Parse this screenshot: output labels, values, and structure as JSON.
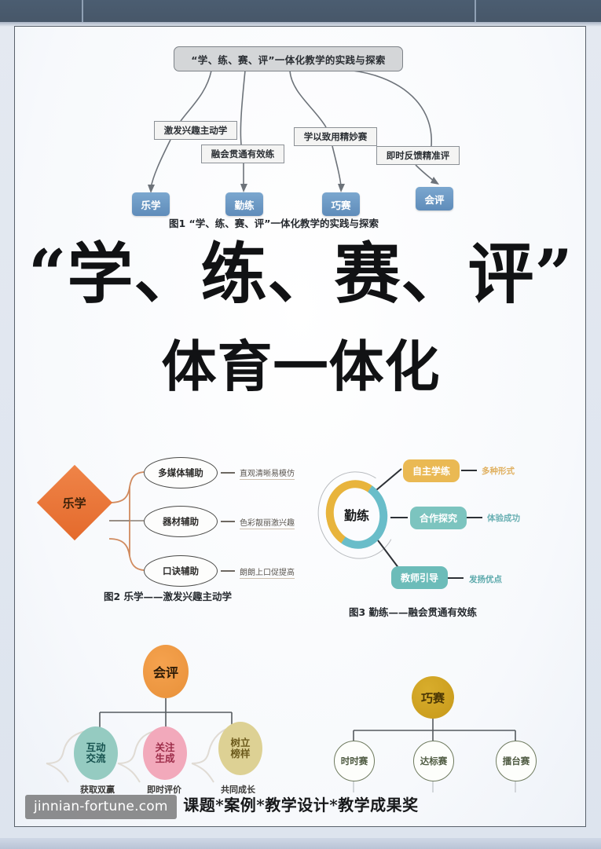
{
  "document": {
    "headline_line1": "“学、练、赛、评”",
    "headline_line2": "体育一体化",
    "footer": "课题*案例*教学设计*教学成果奖",
    "watermark": "jinnian-fortune.com"
  },
  "figure1": {
    "caption": "图1  “学、练、赛、评”一体化教学的实践与探索",
    "title": "“学、练、赛、评”一体化教学的实践与探索",
    "branches": [
      {
        "label": "激发兴趣主动学",
        "leaf": "乐学"
      },
      {
        "label": "融会贯通有效练",
        "leaf": "勤练"
      },
      {
        "label": "学以致用精妙赛",
        "leaf": "巧赛"
      },
      {
        "label": "即时反馈精准评",
        "leaf": "会评"
      }
    ]
  },
  "figure2": {
    "caption": "图2   乐学——激发兴趣主动学",
    "core": "乐学",
    "items": [
      {
        "node": "多媒体辅助",
        "note": "直观清晰易模仿"
      },
      {
        "node": "器材辅助",
        "note": "色彩靓丽激兴趣"
      },
      {
        "node": "口诀辅助",
        "note": "朗朗上口促提高"
      }
    ]
  },
  "figure3": {
    "caption": "图3   勤练——融会贯通有效练",
    "core": "勤练",
    "items": [
      {
        "node": "自主学练",
        "note": "多种形式"
      },
      {
        "node": "合作探究",
        "note": "体验成功"
      },
      {
        "node": "教师引导",
        "note": "发扬优点"
      }
    ]
  },
  "figure4": {
    "core": "会评",
    "items": [
      {
        "node": "互动\n交流",
        "sub": "获取双赢"
      },
      {
        "node": "关注\n生成",
        "sub": "即时评价"
      },
      {
        "node": "树立\n榜样",
        "sub": "共同成长"
      }
    ]
  },
  "figure5": {
    "core": "巧赛",
    "items": [
      {
        "node": "时时赛"
      },
      {
        "node": "达标赛"
      },
      {
        "node": "擂台赛"
      }
    ]
  },
  "colors": {
    "top_strip": "#4b5d71",
    "leaf_blue": "#6a9bc8",
    "diamond_orange": "#e8703a",
    "ring_gold": "#e8b43c",
    "ring_teal": "#69bdc9",
    "pill_amber": "#eab953",
    "pill_teal": "#7cc4bf",
    "node_teal": "#95cbc1",
    "node_pink": "#f2a9bb",
    "node_khaki": "#ddd194",
    "top_orange": "#e8913a",
    "top_gold": "#c7991a"
  }
}
